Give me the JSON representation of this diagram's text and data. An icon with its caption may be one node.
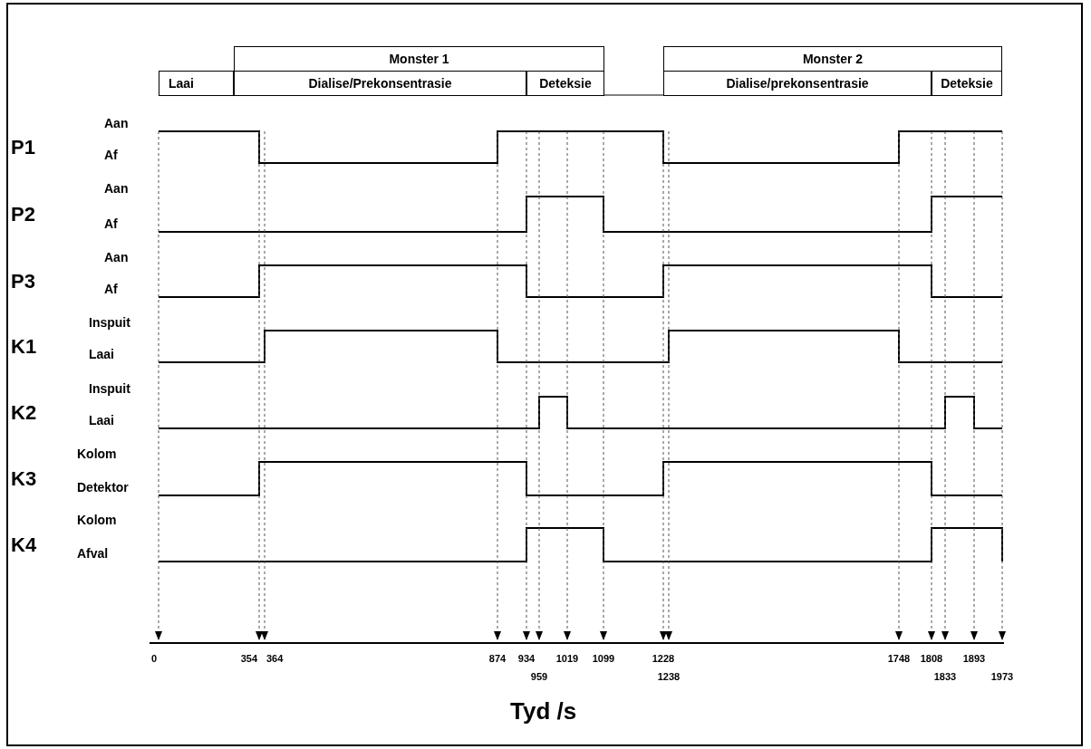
{
  "diagram": {
    "labels": [
      "Monster 1",
      "Monster 2",
      "Laai",
      "Dialise/Prekonsentrasie",
      "Deteksie",
      "Dialise/prekonsentrasie",
      "Deteksie",
      "P1",
      "Aan",
      "Af",
      "P2",
      "Aan",
      "Af",
      "P3",
      "Aan",
      "Af",
      "K1",
      "Inspuit",
      "Laai",
      "K2",
      "Inspuit",
      "Laai",
      "K3",
      "Kolom",
      "Detektor",
      "K4",
      "Kolom",
      "Afval",
      "0",
      "354",
      "364",
      "874",
      "934",
      "1019",
      "1099",
      "1228",
      "1748",
      "1808",
      "1893",
      "959",
      "1238",
      "1833",
      "1973",
      "Tyd /s"
    ]
  }
}
